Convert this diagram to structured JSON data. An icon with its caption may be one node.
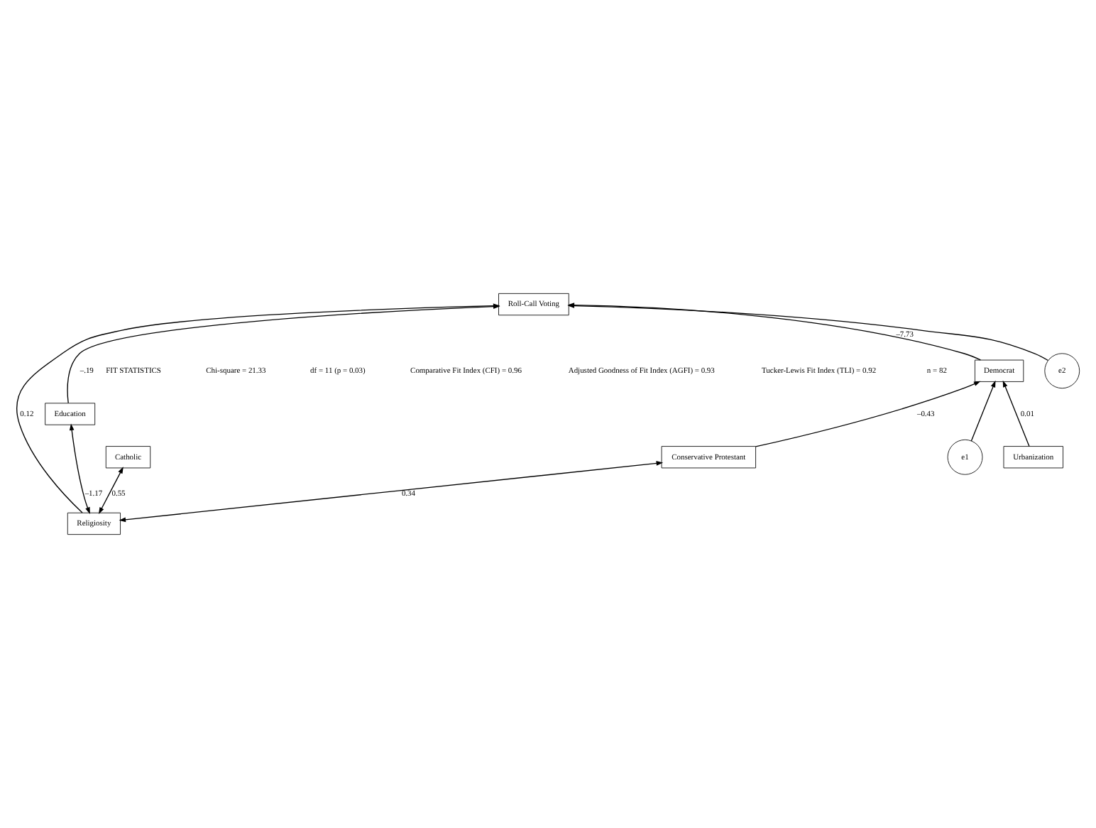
{
  "diagram": {
    "nodes": [
      {
        "text": [
          "Roll-Call Voting"
        ]
      },
      {
        "text": [
          "Education"
        ]
      },
      {
        "text": [
          "Religiosity"
        ]
      },
      {
        "text": [
          "e2"
        ]
      },
      {
        "text": [
          "Democrat"
        ]
      },
      {
        "text": [
          "e1"
        ]
      },
      {
        "text": [
          "Urbanization"
        ]
      },
      {
        "text": [
          "Catholic"
        ]
      },
      {
        "text": [
          "Conservative Protestant"
        ]
      }
    ],
    "edges": [
      {
        "from": 1,
        "to": 0,
        "arrow": "to",
        "label": "–.19"
      },
      {
        "from": 2,
        "to": 1,
        "arrow": "both",
        "label": "–1.17"
      },
      {
        "from": 2,
        "to": 0,
        "arrow": "to",
        "label": "0.12"
      },
      {
        "from": 3,
        "to": 0,
        "arrow": "to"
      },
      {
        "from": 4,
        "to": 0,
        "arrow": "to",
        "label": "–7.73"
      },
      {
        "from": 5,
        "to": 4,
        "arrow": "to"
      },
      {
        "from": 6,
        "to": 4,
        "arrow": "to",
        "label": "0.01"
      },
      {
        "from": 2,
        "to": 7,
        "arrow": "both",
        "label": "0.55"
      },
      {
        "from": 2,
        "to": 8,
        "arrow": "both",
        "label": "0.34"
      },
      {
        "from": 8,
        "to": 4,
        "arrow": "to",
        "label": "–0.43"
      }
    ],
    "labels": [
      "FIT STATISTICS",
      "Chi-square = 21.33",
      "df = 11 (p = 0.03)",
      "Comparative Fit Index (CFI) = 0.96",
      "Adjusted Goodness of Fit Index (AGFI) = 0.93",
      "Tucker-Lewis Fit Index (TLI) = 0.92",
      "n = 82"
    ]
  }
}
